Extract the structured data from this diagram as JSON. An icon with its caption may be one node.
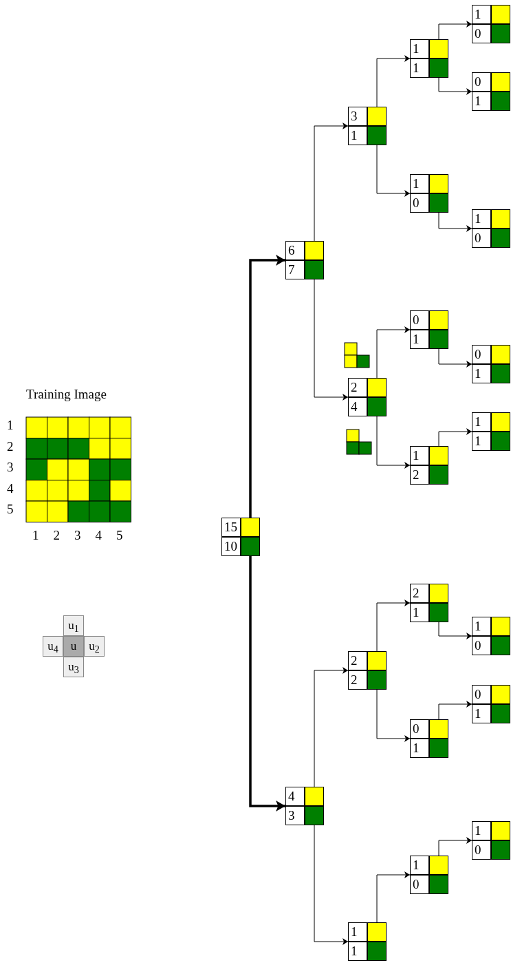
{
  "diagram": {
    "nodes": [
      {
        "text": [
          "15",
          "10"
        ]
      },
      {
        "text": [
          "6",
          "7"
        ]
      },
      {
        "text": [
          "3",
          "1"
        ]
      },
      {
        "text": [
          "1",
          "1"
        ]
      },
      {
        "text": [
          "1",
          "0"
        ]
      },
      {
        "text": [
          "0",
          "1"
        ]
      },
      {
        "text": [
          "1",
          "0"
        ]
      },
      {
        "text": [
          "1",
          "0"
        ]
      },
      {
        "text": [
          "2",
          "4"
        ]
      },
      {
        "text": [
          "0",
          "1"
        ]
      },
      {
        "text": [
          "0",
          "1"
        ]
      },
      {
        "text": [
          "1",
          "2"
        ]
      },
      {
        "text": [
          "1",
          "1"
        ]
      },
      {
        "text": [
          "4",
          "3"
        ]
      },
      {
        "text": [
          "2",
          "2"
        ]
      },
      {
        "text": [
          "2",
          "1"
        ]
      },
      {
        "text": [
          "1",
          "0"
        ]
      },
      {
        "text": [
          "0",
          "1"
        ]
      },
      {
        "text": [
          "0",
          "1"
        ]
      },
      {
        "text": [
          "1",
          "1"
        ]
      },
      {
        "text": [
          "1",
          "0"
        ]
      },
      {
        "text": [
          "1",
          "0"
        ]
      },
      {
        "text": [
          "u$_{1}$"
        ]
      },
      {
        "text": [
          "u$_{4}$"
        ]
      },
      {
        "text": [
          "u"
        ]
      },
      {
        "text": [
          "u$_{2}$"
        ]
      },
      {
        "text": [
          "u$_{3}$"
        ]
      }
    ],
    "edges": [
      {
        "from": 0,
        "to": 1,
        "arrow": "to",
        "style": "thick"
      },
      {
        "from": 0,
        "to": 13,
        "arrow": "to",
        "style": "thick"
      },
      {
        "from": 1,
        "to": 2,
        "arrow": "to"
      },
      {
        "from": 1,
        "to": 8,
        "arrow": "to"
      },
      {
        "from": 2,
        "to": 3,
        "arrow": "to"
      },
      {
        "from": 2,
        "to": 6,
        "arrow": "to"
      },
      {
        "from": 3,
        "to": 4,
        "arrow": "to"
      },
      {
        "from": 3,
        "to": 5,
        "arrow": "to"
      },
      {
        "from": 6,
        "to": 7,
        "arrow": "to"
      },
      {
        "from": 8,
        "to": 9,
        "arrow": "to"
      },
      {
        "from": 8,
        "to": 11,
        "arrow": "to"
      },
      {
        "from": 9,
        "to": 10,
        "arrow": "to"
      },
      {
        "from": 11,
        "to": 12,
        "arrow": "to"
      },
      {
        "from": 13,
        "to": 14,
        "arrow": "to"
      },
      {
        "from": 13,
        "to": 19,
        "arrow": "to"
      },
      {
        "from": 14,
        "to": 15,
        "arrow": "to"
      },
      {
        "from": 14,
        "to": 17,
        "arrow": "to"
      },
      {
        "from": 15,
        "to": 16,
        "arrow": "to"
      },
      {
        "from": 17,
        "to": 18,
        "arrow": "to"
      },
      {
        "from": 19,
        "to": 20,
        "arrow": "to"
      },
      {
        "from": 20,
        "to": 21,
        "arrow": "to"
      }
    ],
    "labels": [
      "Training Image",
      "1",
      "2",
      "3",
      "4",
      "5",
      "1",
      "2",
      "3",
      "4",
      "5"
    ]
  }
}
